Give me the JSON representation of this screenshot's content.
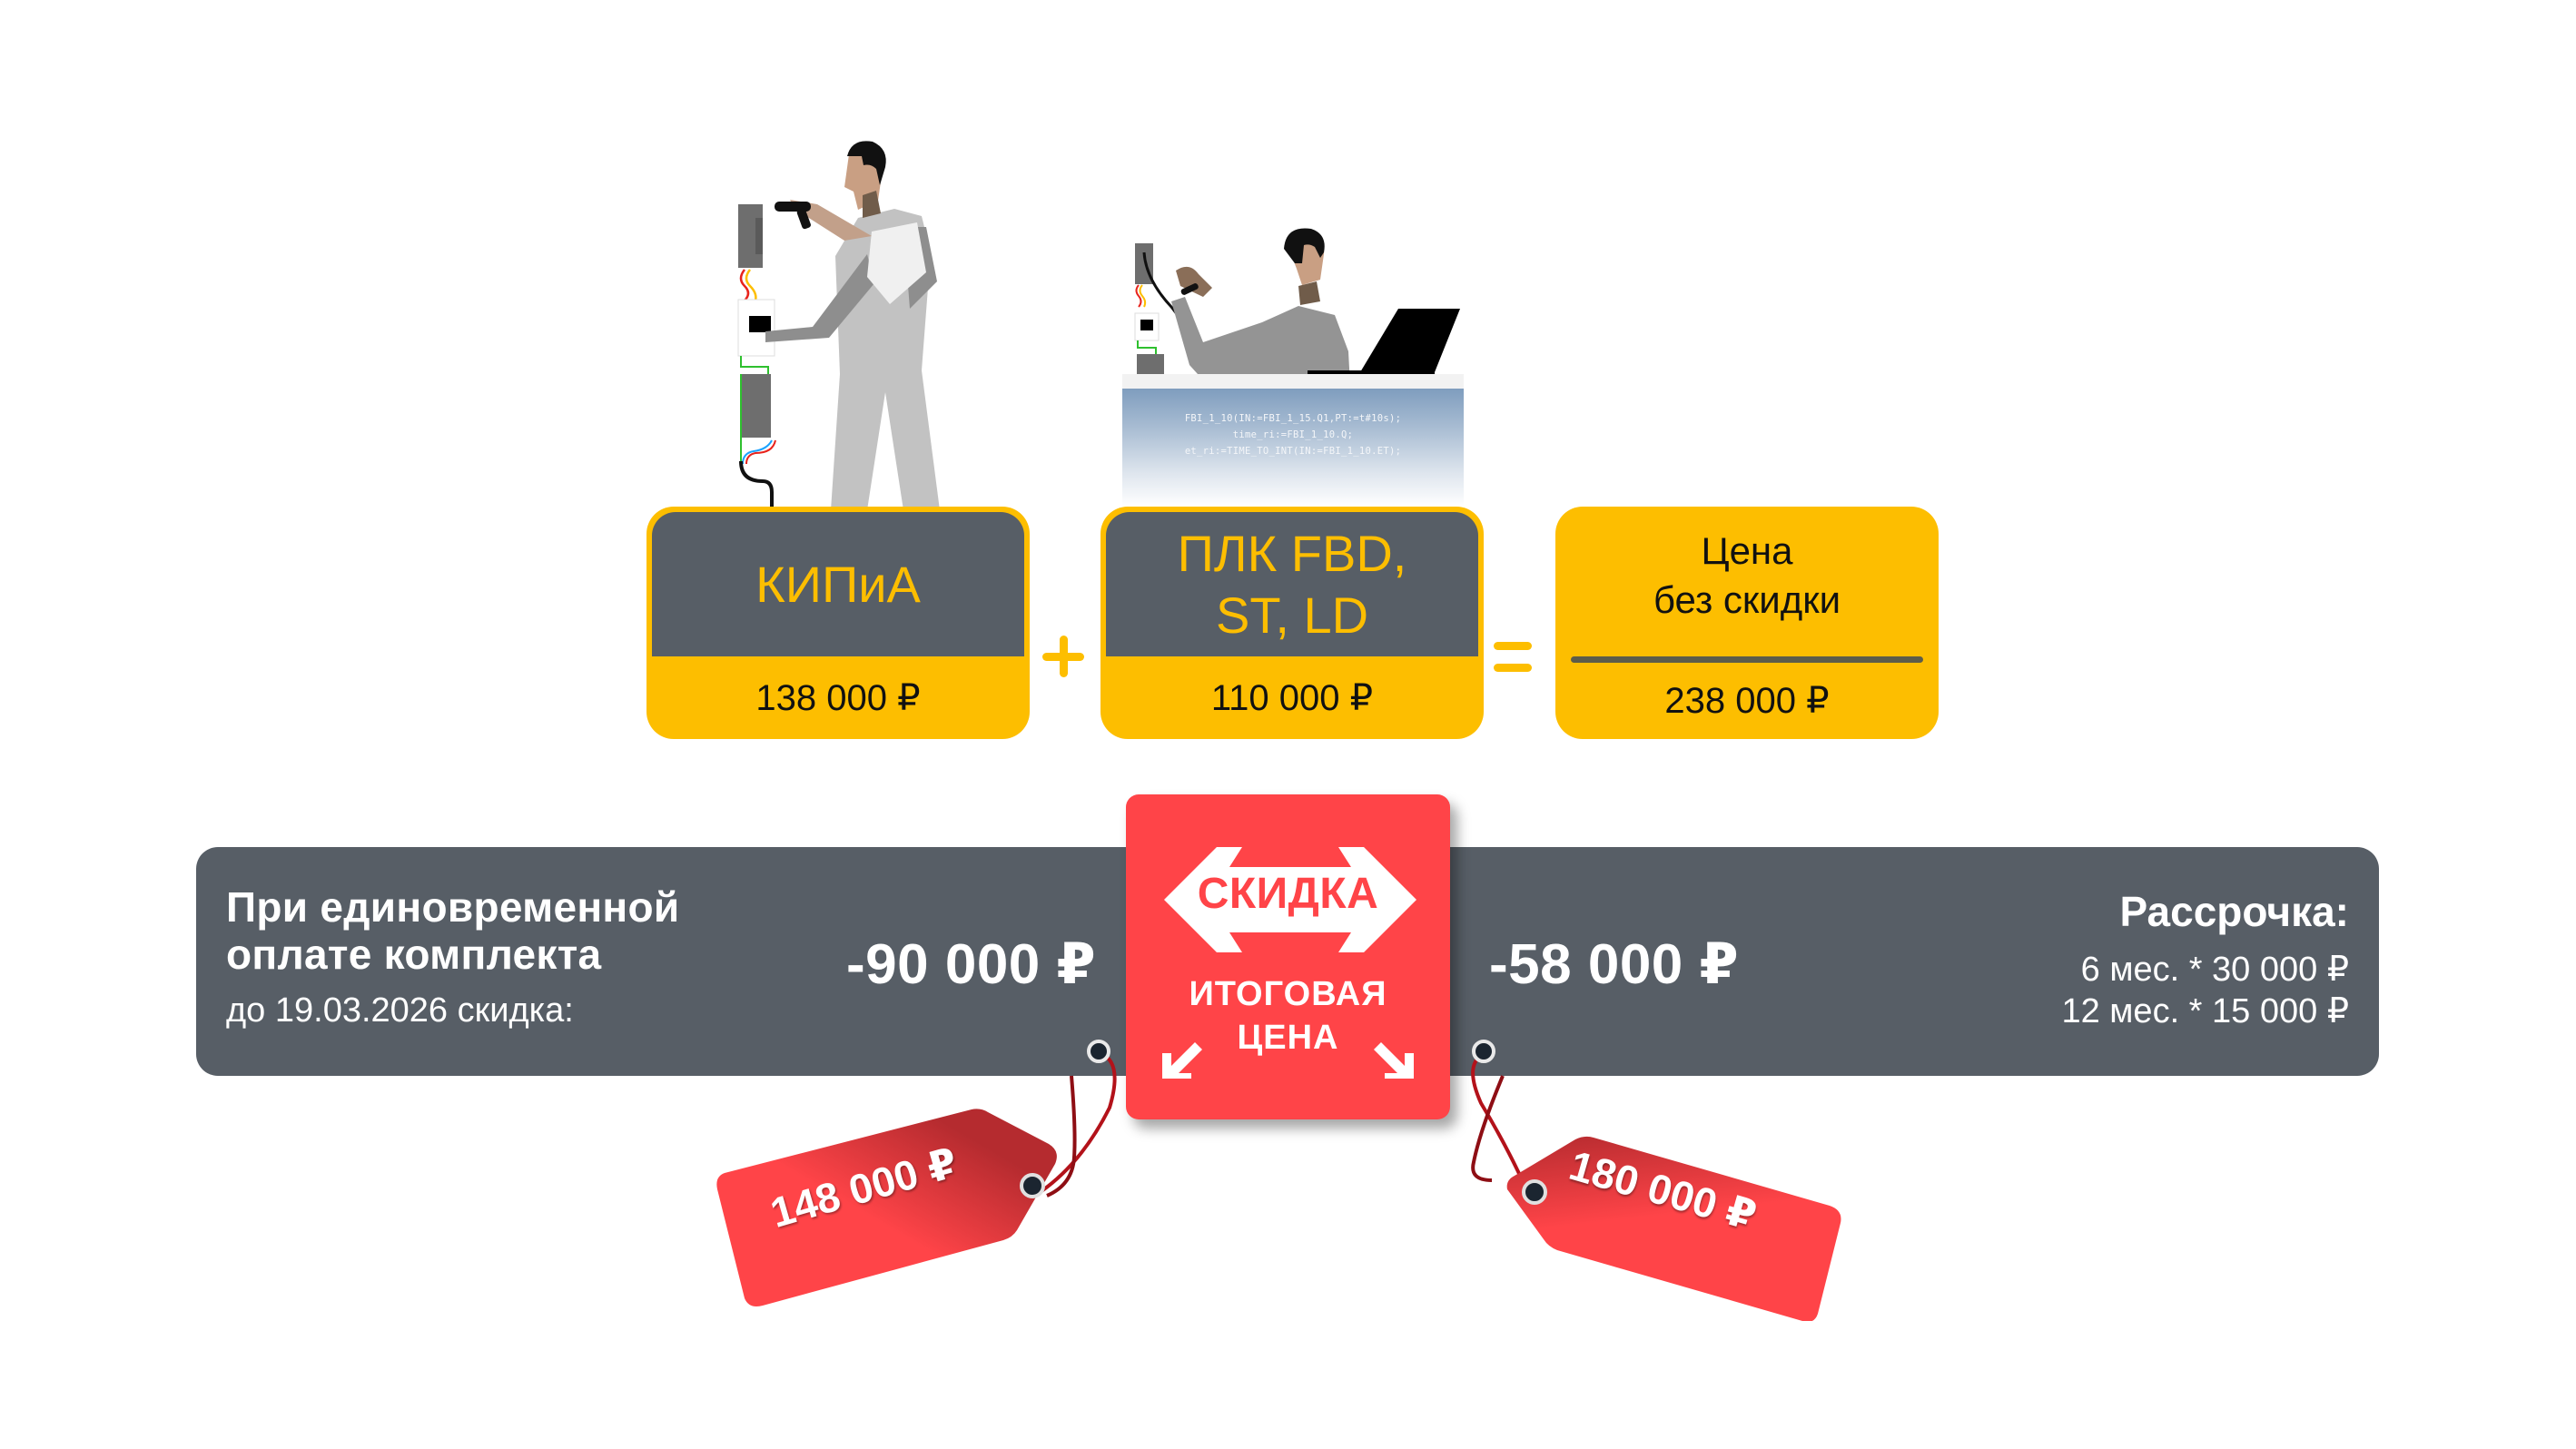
{
  "colors": {
    "accent_yellow": "#fdbe00",
    "panel_gray": "#575e66",
    "badge_red": "#ff4448",
    "text_dark": "#111111",
    "text_light": "#ffffff"
  },
  "illustrations": [
    {
      "name": "technician-wiring-cabinet",
      "description": "Worker in light grey overalls with screwdriver at electrical modules"
    },
    {
      "name": "programmer-at-laptop",
      "description": "Programmer connected to PLC module working on laptop"
    }
  ],
  "code_snippet": {
    "lines": [
      "FBI_1_10(IN:=FBI_1_15.Q1,PT:=t#10s);",
      "time_ri:=FBI_1_10.Q;",
      "et_ri:=TIME_TO_INT(IN:=FBI_1_10.ET);"
    ]
  },
  "cards": [
    {
      "title": "КИПиА",
      "price": "138 000 ₽"
    },
    {
      "title_line1": "ПЛК FBD,",
      "title_line2": "ST, LD",
      "price": "110 000 ₽"
    },
    {
      "title_line1": "Цена",
      "title_line2": "без скидки",
      "price": "238 000 ₽"
    }
  ],
  "operators": {
    "plus": "+",
    "equals": "="
  },
  "band": {
    "left_title_line1": "При единовременной",
    "left_title_line2": "оплате комплекта",
    "left_subtitle": "до 19.03.2026 скидка:",
    "discount_one_time": "-90 000 ₽",
    "discount_installment": "-58 000 ₽",
    "installment_title": "Рассрочка:",
    "installment_options": [
      "6 мес. * 30 000 ₽",
      "12 мес. * 15 000 ₽"
    ]
  },
  "badge": {
    "arrow_label": "СКИДКА",
    "final_line1": "ИТОГОВАЯ",
    "final_line2": "ЦЕНА",
    "icons": [
      "double-arrow-icon",
      "arrow-down-left-icon",
      "arrow-down-right-icon"
    ]
  },
  "price_tags": {
    "one_time_final": "148 000 ₽",
    "installment_final": "180 000 ₽"
  }
}
